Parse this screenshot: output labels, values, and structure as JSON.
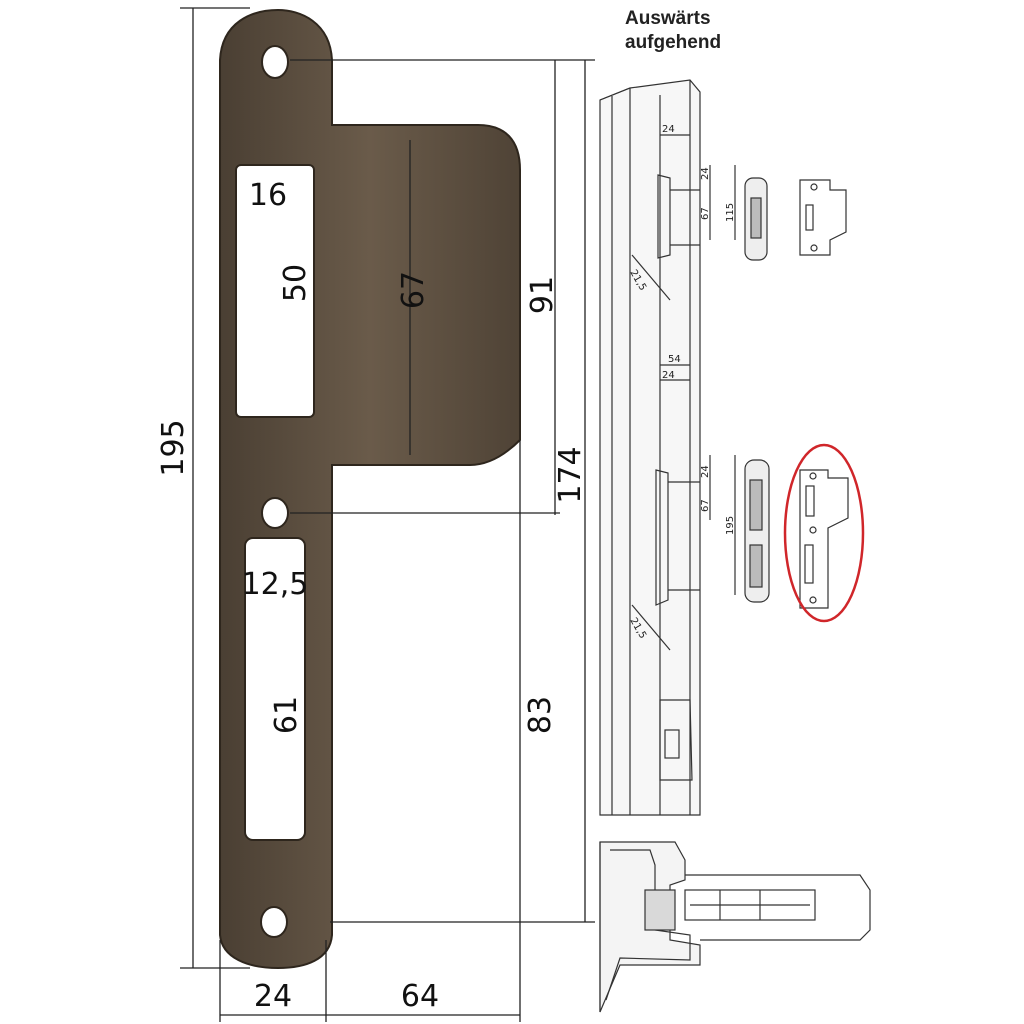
{
  "heading": {
    "line1": "Auswärts",
    "line2": "aufgehend"
  },
  "strike_plate": {
    "dimensions": {
      "total_height": "195",
      "opening_to_lower_hole": "174",
      "upper_hole_to_lip_bottom": "91",
      "lower_holes_spacing": "83",
      "lip_height": "67",
      "upper_opening_width": "16",
      "upper_opening_height": "50",
      "lower_opening_width": "12,5",
      "lower_opening_height": "61",
      "plate_width": "24",
      "lip_width": "64"
    }
  },
  "frame_drawing": {
    "upper": {
      "width_top": "24",
      "d1": "24",
      "d2": "67",
      "d3": "115",
      "offset": "21,5"
    },
    "middle": {
      "width_a": "54",
      "width_b": "24",
      "d1": "24",
      "d2": "67",
      "d3": "195",
      "offset": "21,5"
    }
  },
  "colors": {
    "plate": "#5a4d3e",
    "plate_edge": "#2e261d",
    "highlight_ring": "#d0262a",
    "line": "#222222"
  }
}
